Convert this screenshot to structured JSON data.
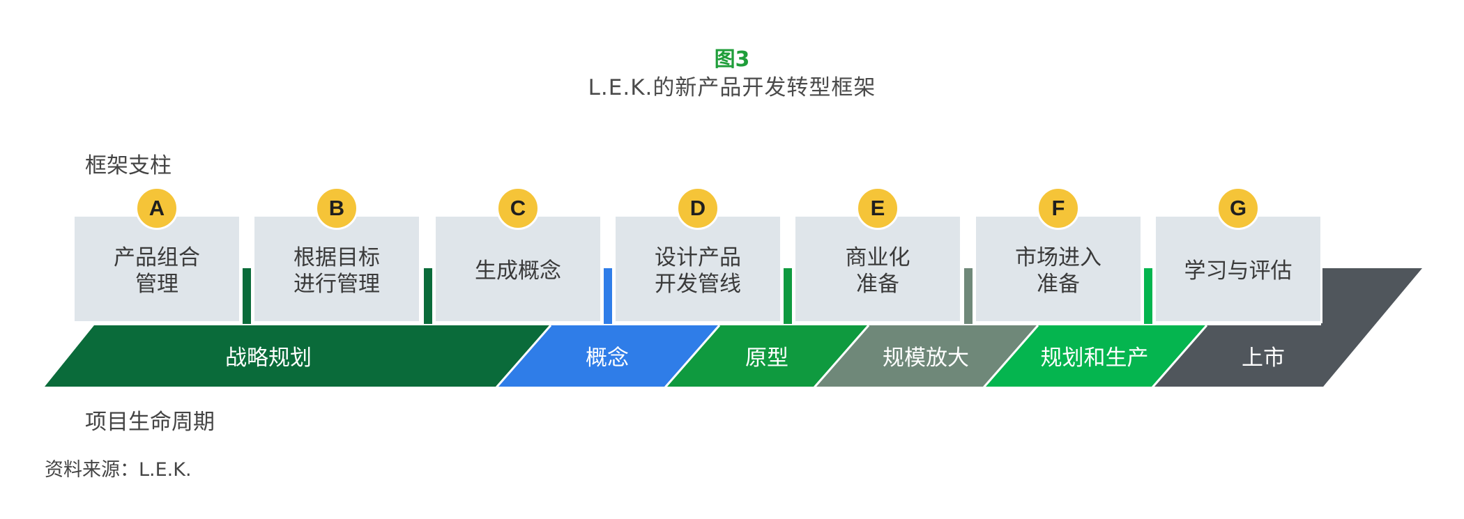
{
  "figure": {
    "label": "图3",
    "title": "L.E.K.的新产品开发转型框架"
  },
  "rows": {
    "pillars_label": "框架支柱",
    "lifecycle_label": "项目生命周期"
  },
  "pillars": [
    {
      "letter": "A",
      "text": "产品组合\n管理"
    },
    {
      "letter": "B",
      "text": "根据目标\n进行管理"
    },
    {
      "letter": "C",
      "text": "生成概念"
    },
    {
      "letter": "D",
      "text": "设计产品\n开发管线"
    },
    {
      "letter": "E",
      "text": "商业化\n准备"
    },
    {
      "letter": "F",
      "text": "市场进入\n准备"
    },
    {
      "letter": "G",
      "text": "学习与评估"
    }
  ],
  "phases": [
    {
      "label": "战略规划",
      "color": "#0a6b3a"
    },
    {
      "label": "概念",
      "color": "#2f7de8"
    },
    {
      "label": "原型",
      "color": "#0f9a3f"
    },
    {
      "label": "规模放大",
      "color": "#6f8879"
    },
    {
      "label": "规划和生产",
      "color": "#05b54f"
    },
    {
      "label": "上市",
      "color": "#50565c"
    }
  ],
  "colors": {
    "badge": "#f5c438",
    "pillar_box": "#dfe5ea",
    "accent_green": "#1f9e3a"
  },
  "source": "资料来源：L.E.K."
}
